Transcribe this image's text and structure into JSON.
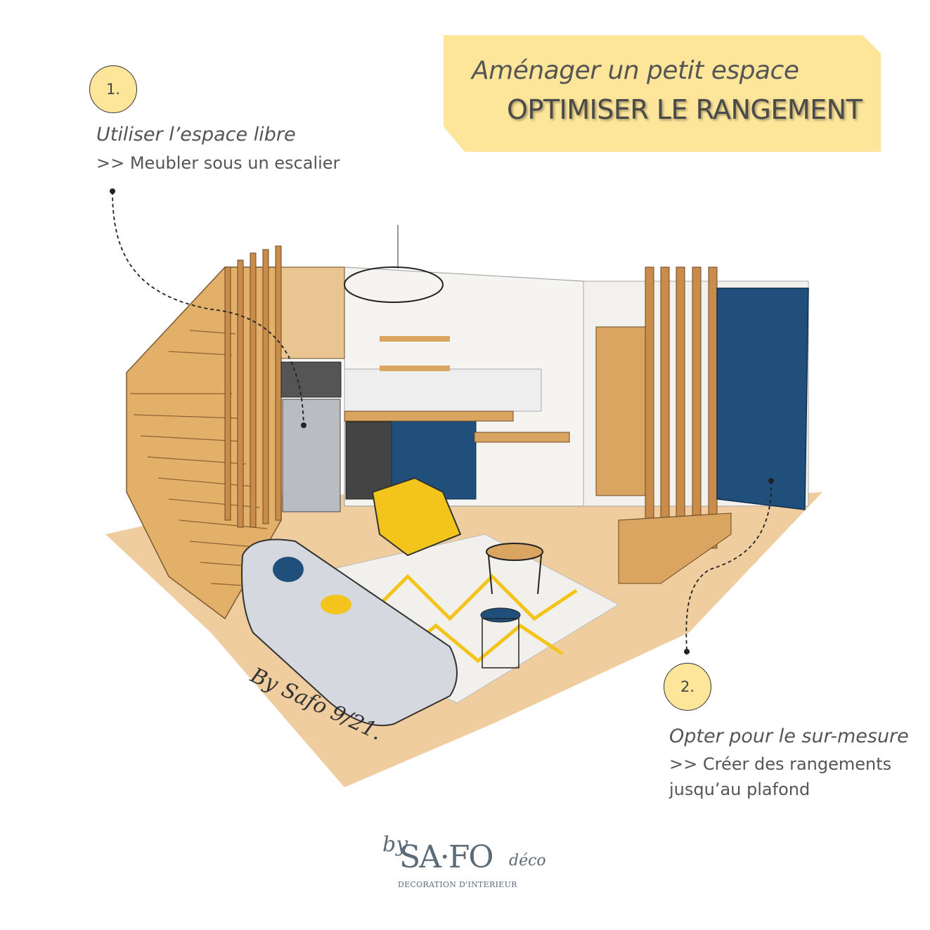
{
  "banner": {
    "subtitle": "Aménager un petit espace",
    "title": "OPTIMISER LE RANGEMENT"
  },
  "tip1": {
    "number": "1.",
    "heading": "Utiliser l’espace libre",
    "detail": ">> Meubler sous un escalier"
  },
  "tip2": {
    "number": "2.",
    "heading": "Opter pour le sur-mesure",
    "detail_line1": ">> Créer des rangements",
    "detail_line2": "jusqu’au plafond"
  },
  "signature": "By Safo 9/21.",
  "logo": {
    "by": "by",
    "brand": "SA·FO",
    "deco": "déco",
    "tagline": "DECORATION D'INTERIEUR"
  },
  "colors": {
    "accent": "#fde59a",
    "blue": "#1f4f7a",
    "wood": "#d9a560",
    "yellow": "#f2c41c",
    "text": "#555555"
  }
}
